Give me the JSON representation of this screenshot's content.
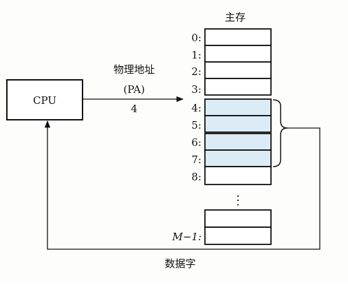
{
  "memory": {
    "title": "主存",
    "addresses": [
      "0:",
      "1:",
      "2:",
      "3:",
      "4:",
      "5:",
      "6:",
      "7:",
      "8:"
    ],
    "ellipsis": "⋮",
    "last_address": "M−1:",
    "highlight_color": "#dcecf7"
  },
  "cpu": {
    "label": "CPU"
  },
  "address_bus": {
    "label_line1": "物理地址",
    "label_line2": "(PA)",
    "value": "4"
  },
  "data_bus": {
    "label": "数据字"
  }
}
